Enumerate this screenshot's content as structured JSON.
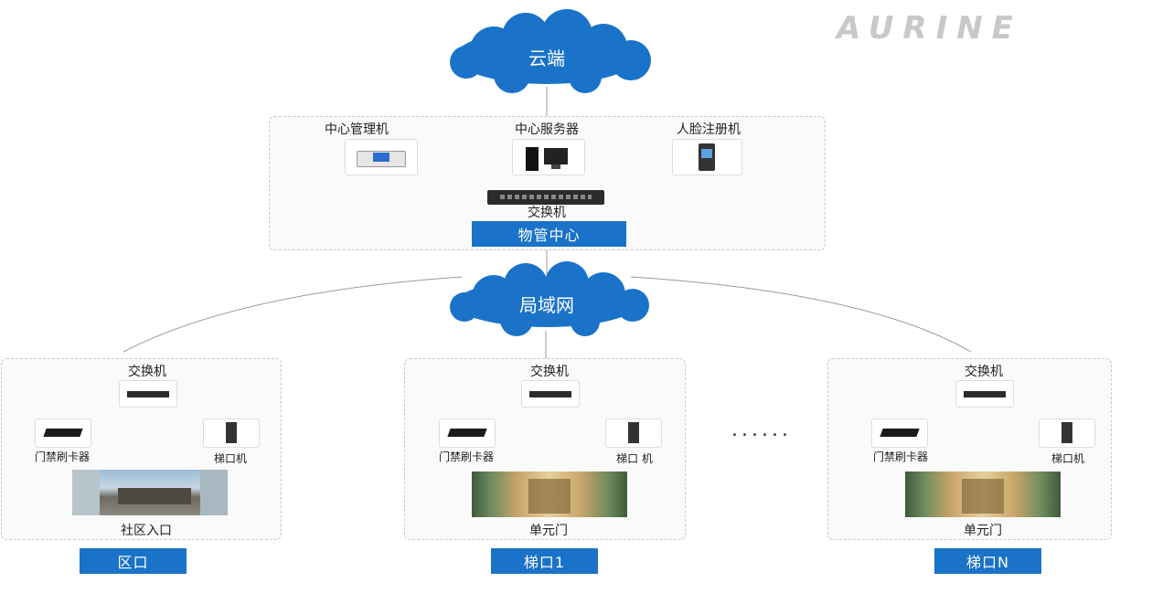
{
  "logo": {
    "text": "AURINE"
  },
  "cloud": {
    "label": "云端"
  },
  "center": {
    "devices": [
      {
        "label": "中心管理机",
        "icon": "management-terminal-icon"
      },
      {
        "label": "中心服务器",
        "icon": "server-icon"
      },
      {
        "label": "人脸注册机",
        "icon": "face-registration-icon"
      }
    ],
    "switch_label": "交换机",
    "badge": "物管中心"
  },
  "lan": {
    "label": "局域网"
  },
  "zones": [
    {
      "switch_label": "交换机",
      "left_device": "门禁刷卡器",
      "right_device": "梯口机",
      "photo_label": "社区入口",
      "badge": "区口"
    },
    {
      "switch_label": "交换机",
      "left_device": "门禁刷卡器",
      "right_device": "梯口 机",
      "photo_label": "单元门",
      "badge": "梯口1"
    },
    {
      "switch_label": "交换机",
      "left_device": "门禁刷卡器",
      "right_device": "梯口机",
      "photo_label": "单元门",
      "badge": "梯口N"
    }
  ],
  "ellipsis": "......",
  "colors": {
    "accent": "#1a73c8",
    "cloud": "#1a73c8",
    "line": "#9a9a9a"
  }
}
